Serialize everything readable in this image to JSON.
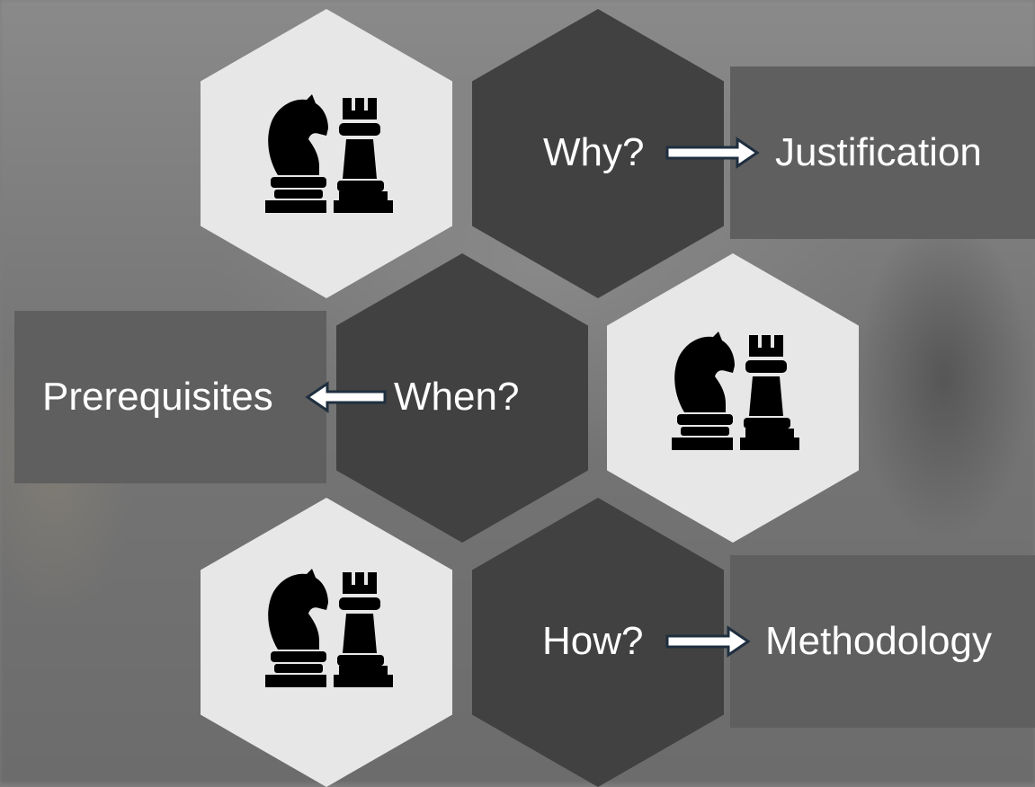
{
  "diagram": {
    "rows": [
      {
        "question": "Why?",
        "answer": "Justification",
        "direction": "right"
      },
      {
        "question": "When?",
        "answer": "Prerequisites",
        "direction": "left"
      },
      {
        "question": "How?",
        "answer": "Methodology",
        "direction": "right"
      }
    ],
    "icons": [
      "chess-knight-and-rook-icon",
      "chess-knight-and-rook-icon",
      "chess-knight-and-rook-icon"
    ],
    "colors": {
      "light_hex": "#e7e7e7",
      "dark_hex": "#414141",
      "answer_box": "#5f5f5f",
      "text": "#ffffff",
      "arrow_fill": "#ffffff",
      "arrow_outline": "#1f2f3f"
    }
  }
}
